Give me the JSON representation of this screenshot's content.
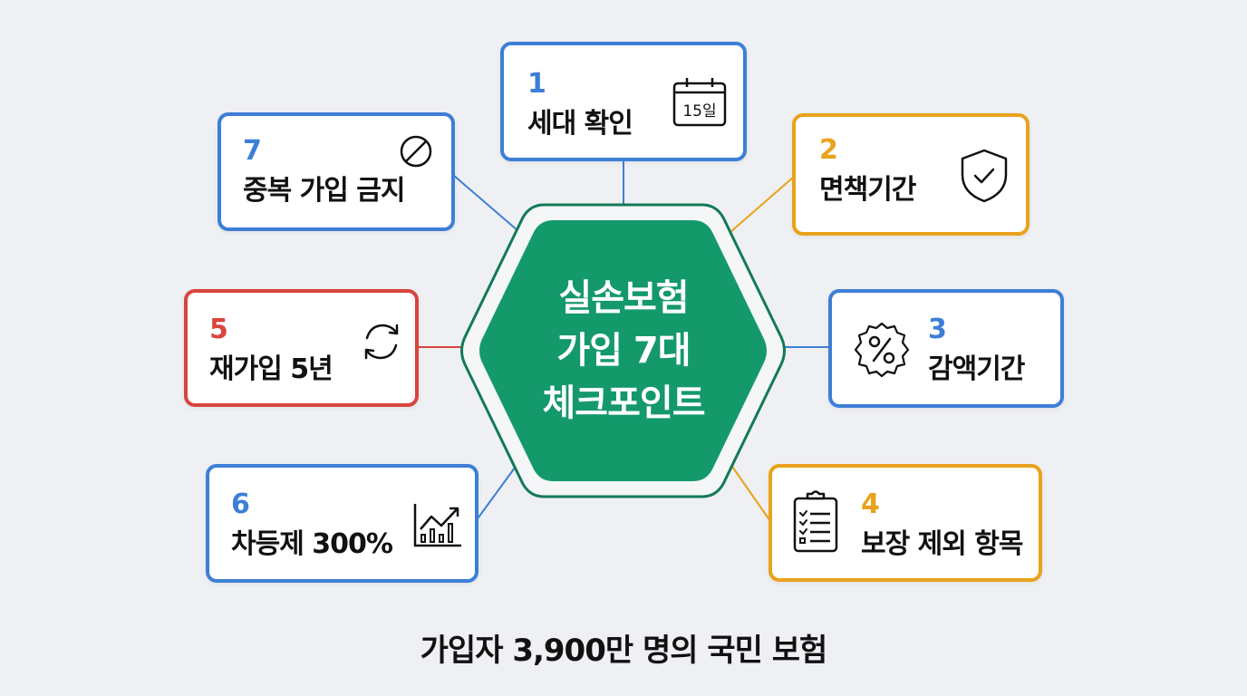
{
  "center": {
    "lines": [
      "실손보험",
      "가입 7대",
      "체크포인트"
    ],
    "fill_color": "#14996b",
    "outline_color": "#127a55"
  },
  "items": [
    {
      "number": "1",
      "label": "세대 확인",
      "icon": "calendar-icon",
      "icon_text": "15일",
      "color": "#3d7fd6"
    },
    {
      "number": "2",
      "label": "면책기간",
      "icon": "shield-check-icon",
      "color": "#e8a21c"
    },
    {
      "number": "3",
      "label": "감액기간",
      "icon": "percent-badge-icon",
      "color": "#3d7fd6"
    },
    {
      "number": "4",
      "label": "보장 제외 항목",
      "icon": "clipboard-checklist-icon",
      "color": "#e8a21c"
    },
    {
      "number": "5",
      "label": "재가입 5년",
      "icon": "refresh-icon",
      "color": "#d9453d"
    },
    {
      "number": "6",
      "label": "차등제 300%",
      "icon": "chart-growth-icon",
      "color": "#3d7fd6"
    },
    {
      "number": "7",
      "label": "중복 가입 금지",
      "icon": "prohibited-icon",
      "color": "#3d7fd6"
    }
  ],
  "footer": {
    "text": "가입자 3,900만 명의 국민 보험"
  },
  "colors": {
    "background": "#eef0f3",
    "blue": "#3d7fd6",
    "orange": "#e8a21c",
    "red": "#d9453d",
    "green": "#14996b"
  }
}
